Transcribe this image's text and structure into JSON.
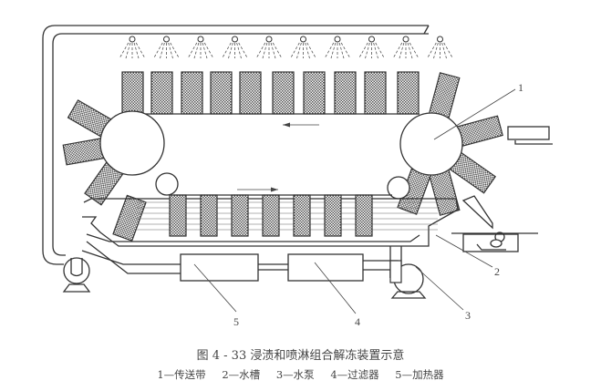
{
  "figure": {
    "caption": "图 4 - 33    浸渍和喷淋组合解冻装置示意",
    "legend": [
      {
        "num": "1",
        "text": "1—传送带"
      },
      {
        "num": "2",
        "text": "2—水槽"
      },
      {
        "num": "3",
        "text": "3—水泵"
      },
      {
        "num": "4",
        "text": "4—过滤器"
      },
      {
        "num": "5",
        "text": "5—加热器"
      }
    ]
  },
  "callouts": [
    "1",
    "2",
    "3",
    "4",
    "5"
  ],
  "colors": {
    "line": "#333333",
    "hatch": "#555555",
    "background": "#ffffff"
  }
}
